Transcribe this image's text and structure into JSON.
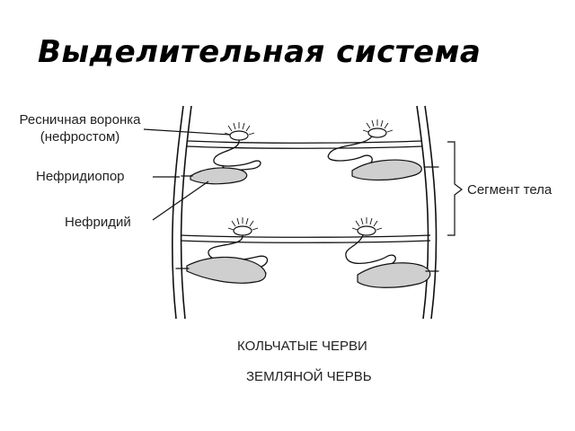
{
  "title": "Выделительная система",
  "labels": {
    "funnel_line1": "Ресничная воронка",
    "funnel_line2": "(нефростом)",
    "nephridiopore": "Нефридиопор",
    "nephridium": "Нефридий",
    "segment": "Сегмент тела"
  },
  "caption": {
    "line1": "КОЛЬЧАТЫЕ ЧЕРВИ",
    "line2": "ЗЕМЛЯНОЙ ЧЕРВЬ"
  }
}
